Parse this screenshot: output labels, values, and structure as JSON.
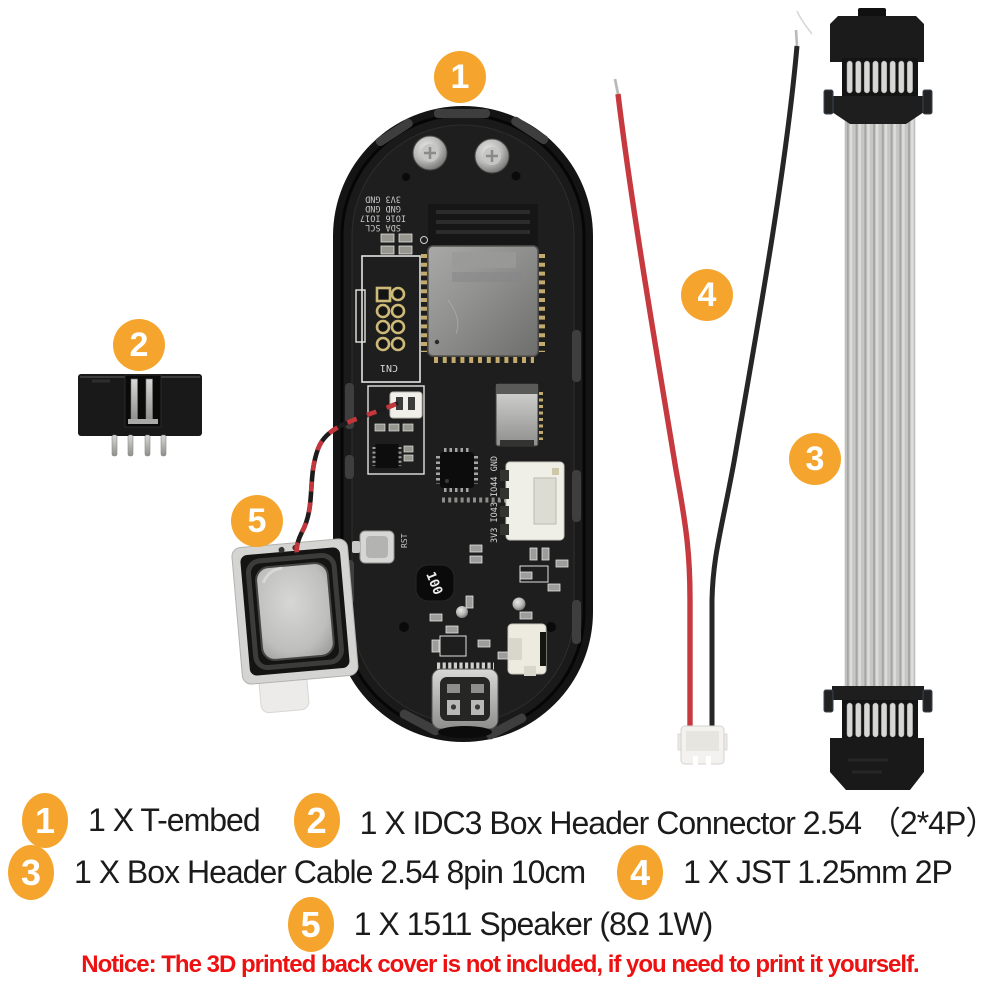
{
  "callouts": [
    "1",
    "2",
    "3",
    "4",
    "5"
  ],
  "legend": {
    "rows": [
      {
        "items": [
          {
            "num": "1",
            "text": "1 X T-embed"
          },
          {
            "num": "2",
            "text": "1 X IDC3 Box Header Connector 2.54 （2*4P）"
          }
        ]
      },
      {
        "items": [
          {
            "num": "3",
            "text": "1 X Box Header Cable 2.54 8pin 10cm"
          },
          {
            "num": "4",
            "text": "1 X JST 1.25mm 2P"
          }
        ]
      },
      {
        "items": [
          {
            "num": "5",
            "text": "1 X 1511 Speaker (8Ω 1W)"
          }
        ]
      }
    ]
  },
  "notice": "Notice: The 3D printed back cover is not included, if you need to print it yourself.",
  "board": {
    "silkscreen_lines": [
      "SDA SCL",
      "IO16 IO17",
      "GND GND",
      "3V3 GND"
    ],
    "cn1_label": "CN1",
    "rst_label": "RST",
    "inductor_label": "100",
    "jst4_labels": "3V3 IO43 IO44 GND"
  },
  "colors": {
    "badge_orange": "#F5A52D",
    "notice_red": "#ED1111",
    "wire_red": "#C63A3F",
    "wire_black": "#262626",
    "ribbon_gray": "#C6C6C4",
    "enclosure_black": "#1A1A1A"
  }
}
